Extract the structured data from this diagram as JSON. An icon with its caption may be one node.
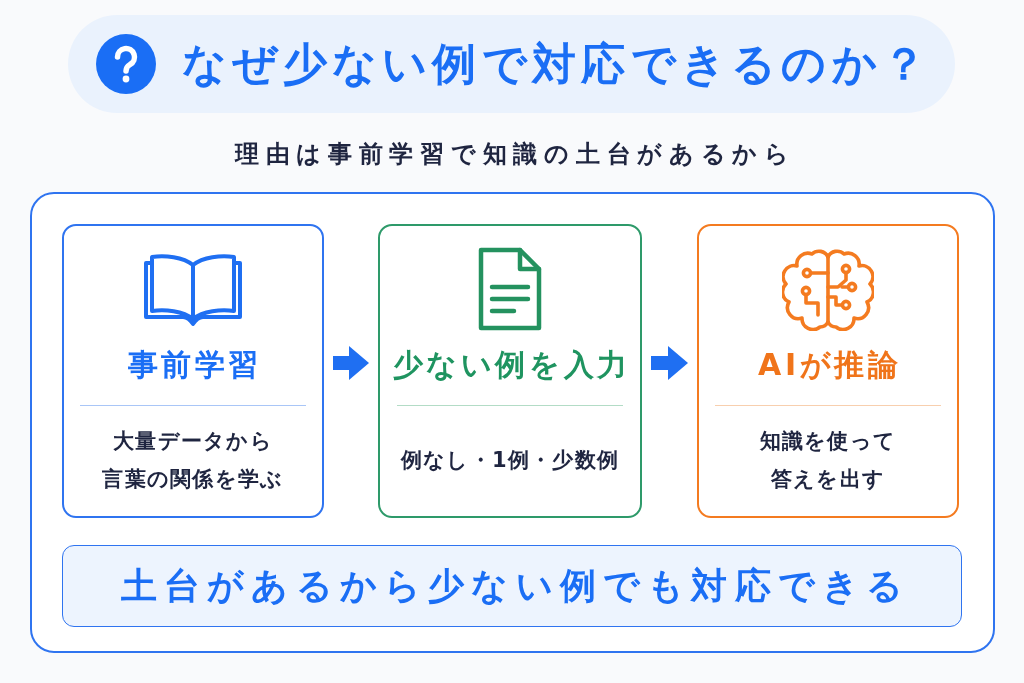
{
  "diagram": {
    "title": "なぜ少ない例で対応できるのか？",
    "nodes": [
      {
        "text": [],
        "shape": "box"
      },
      {
        "text": [
          "事前学習",
          "大量データから言葉の関係を学ぶ"
        ],
        "in": 0
      },
      {
        "text": [
          "少ない例を入力",
          "例なし・1例・少数例"
        ],
        "in": 0
      },
      {
        "text": [
          "AIが推論",
          "知識を使って答えを出す"
        ],
        "in": 0
      },
      {
        "text": [
          "土台があるから少ない例でも対応できる"
        ],
        "in": 0
      }
    ],
    "edges": [
      {
        "from": 1,
        "to": 2,
        "arrow": "to"
      },
      {
        "from": 2,
        "to": 3,
        "arrow": "to"
      }
    ],
    "labels": [
      "理由は事前学習で知識の土台があるから"
    ]
  }
}
